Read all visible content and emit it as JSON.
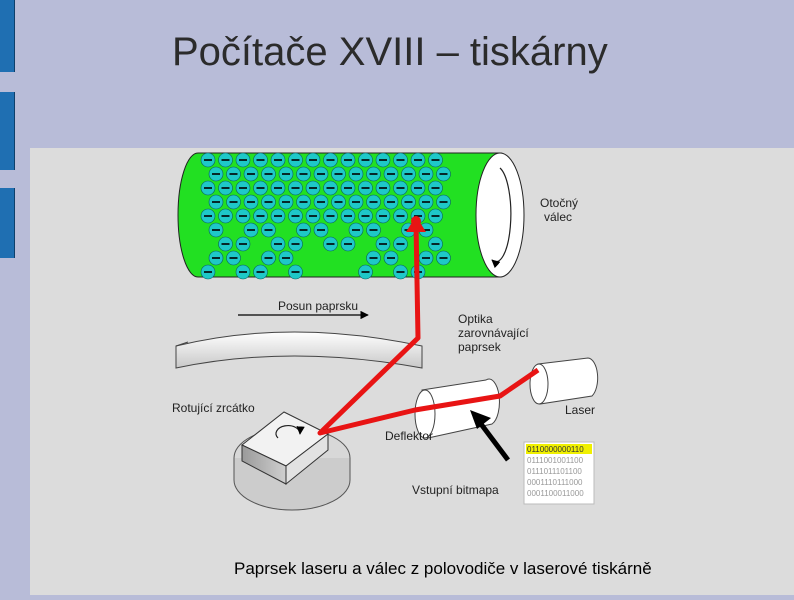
{
  "slide": {
    "title": "Počítače  XVIII – tiskárny",
    "caption": "Paprsek laseru a válec z polovodiče v laserové tiskárně"
  },
  "diagram": {
    "labels": {
      "drum": "Otočný\nválec",
      "scan": "Posun paprsku",
      "optics": "Optika\nzarovnávající\npaprsek",
      "mirror": "Rotující zrcátko",
      "laser": "Laser",
      "deflector": "Deflektor",
      "bitmap": "Vstupní bitmapa"
    },
    "bitmap_rows": [
      "0110000000110",
      "0111001001100",
      "0111011101100",
      "0001110111000",
      "0001100011000"
    ],
    "colors": {
      "drum": "#22e022",
      "charge": "#1ec8c8",
      "beam": "#e81414",
      "bitmap_highlight": "#f0f000"
    }
  }
}
